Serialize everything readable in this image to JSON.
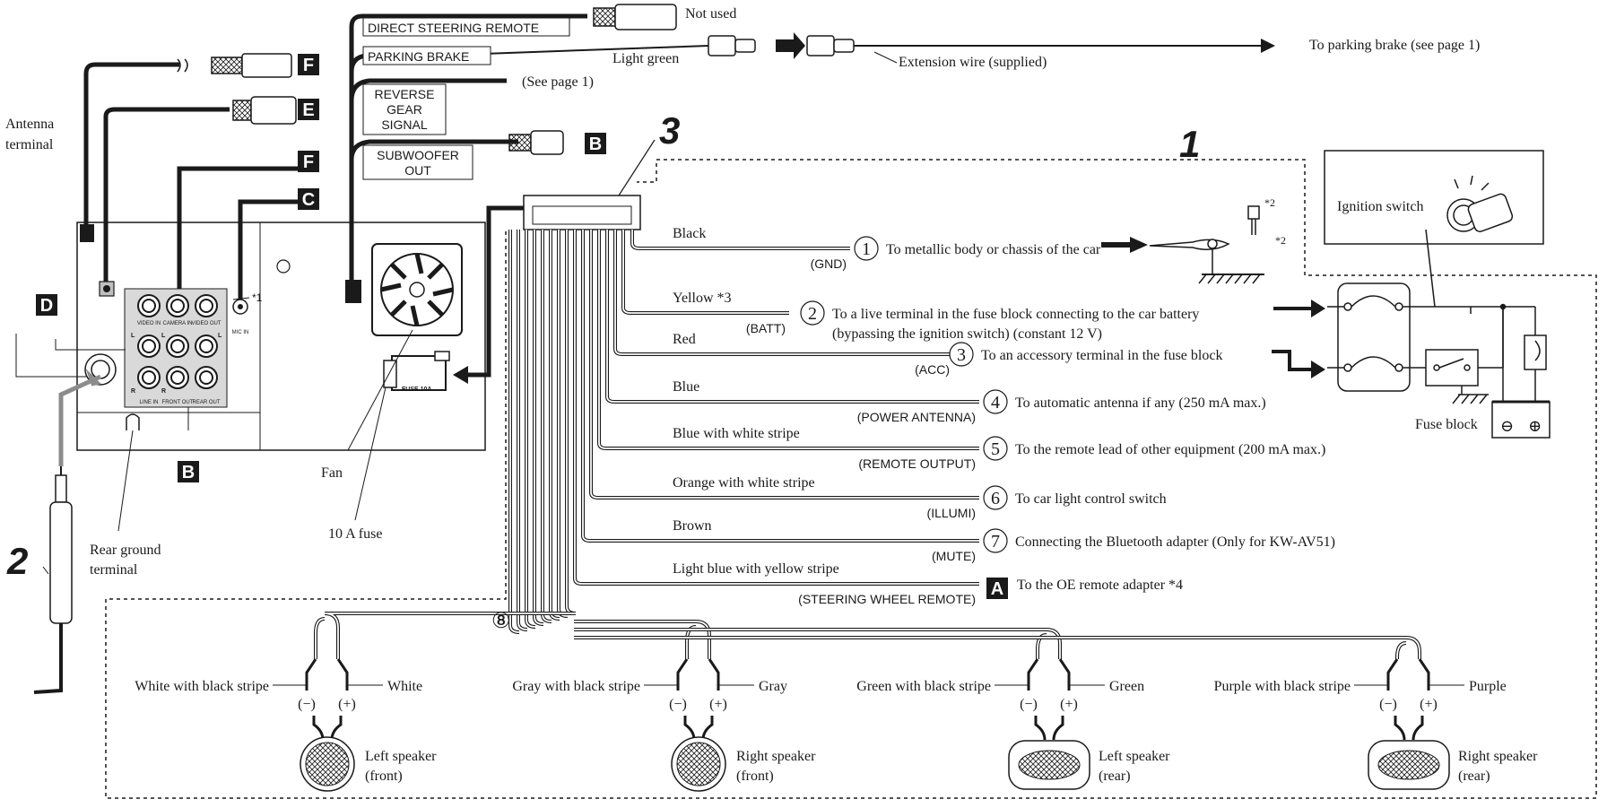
{
  "headers": {
    "direct_steering_remote": "DIRECT STEERING REMOTE",
    "parking_brake": "PARKING BRAKE",
    "reverse_gear_signal": [
      "REVERSE",
      "GEAR",
      "SIGNAL"
    ],
    "subwoofer_out": [
      "SUBWOOFER",
      "OUT"
    ]
  },
  "top_notes": {
    "not_used": "Not used",
    "light_green": "Light green",
    "extension_wire": "Extension wire (supplied)",
    "to_parking_brake": "To parking brake (see page 1)",
    "see_page_1": "(See page 1)"
  },
  "side_labels": {
    "antenna_terminal": [
      "Antenna",
      "terminal"
    ],
    "fan": "Fan",
    "ten_a_fuse": "10 A fuse",
    "rear_ground_terminal": [
      "Rear ground",
      "terminal"
    ],
    "fuse_10a": "FUSE 10A",
    "star1": "*1"
  },
  "jacks": [
    "VIDEO IN",
    "CAMERA IN",
    "VIDEO OUT",
    "LINE IN",
    "FRONT OUT",
    "REAR OUT",
    "MIC IN"
  ],
  "channel_marks": [
    "L",
    "R"
  ],
  "badges": {
    "F": "F",
    "E": "E",
    "C": "C",
    "D": "D",
    "B": "B",
    "A": "A"
  },
  "big_numbers": {
    "one": "1",
    "two": "2",
    "three": "3"
  },
  "wires": [
    {
      "num": "①",
      "color": "Black",
      "signal": "(GND)",
      "desc": "To metallic body or chassis of the car"
    },
    {
      "num": "②",
      "color": "Yellow *3",
      "signal": "(BATT)",
      "desc": "To a live terminal in the fuse block connecting to the car battery",
      "desc2": "(bypassing the ignition switch) (constant 12 V)"
    },
    {
      "num": "③",
      "color": "Red",
      "signal": "(ACC)",
      "desc": "To an accessory terminal in the fuse block"
    },
    {
      "num": "④",
      "color": "Blue",
      "signal": "(POWER ANTENNA)",
      "desc": "To automatic antenna if any (250 mA max.)"
    },
    {
      "num": "⑤",
      "color": "Blue with white stripe",
      "signal": "(REMOTE OUTPUT)",
      "desc": "To the remote lead of other equipment (200 mA max.)"
    },
    {
      "num": "⑥",
      "color": "Orange with white stripe",
      "signal": "(ILLUMI)",
      "desc": "To car light control switch"
    },
    {
      "num": "⑦",
      "color": "Brown",
      "signal": "(MUTE)",
      "desc": "Connecting the Bluetooth adapter (Only for KW-AV51)"
    },
    {
      "num": "A",
      "color": "Light blue with yellow stripe",
      "signal": "(STEERING WHEEL REMOTE)",
      "desc": "To the OE remote adapter *4"
    }
  ],
  "ground_notes": {
    "star2_top": "*2",
    "star2_side": "*2"
  },
  "ignition": {
    "ignition_switch": "Ignition switch",
    "fuse_block": "Fuse block"
  },
  "battery": {
    "minus": "⊖",
    "plus": "⊕"
  },
  "speakers_label_num": "⑧",
  "speakers": [
    {
      "neg_wire": "White with black stripe",
      "pos_wire": "White",
      "name": [
        "Left speaker",
        "(front)"
      ]
    },
    {
      "neg_wire": "Gray with black stripe",
      "pos_wire": "Gray",
      "name": [
        "Right speaker",
        "(front)"
      ]
    },
    {
      "neg_wire": "Green with black stripe",
      "pos_wire": "Green",
      "name": [
        "Left speaker",
        "(rear)"
      ]
    },
    {
      "neg_wire": "Purple with black stripe",
      "pos_wire": "Purple",
      "name": [
        "Right speaker",
        "(rear)"
      ]
    }
  ],
  "polarity": {
    "neg": "(−)",
    "pos": "(+)"
  },
  "colors": {
    "ink": "#1a1a1a",
    "gray_wire": "#8c8c8c",
    "jack_panel": "#d9d9d9"
  }
}
